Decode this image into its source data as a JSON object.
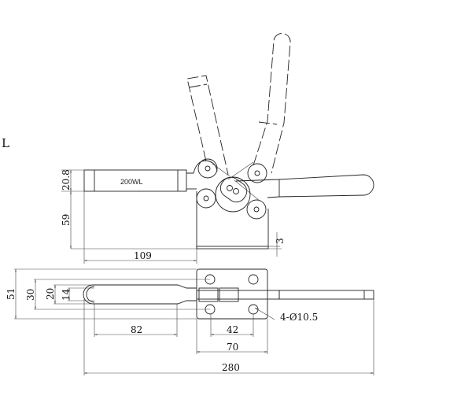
{
  "corner_letter": "L",
  "model_label": "200WL",
  "side_view": {
    "dims": {
      "bar_height": "20.8",
      "body_height": "59",
      "body_length": "109",
      "base_thickness": "3"
    }
  },
  "top_view": {
    "dims": {
      "base_width": "51",
      "hole_spacing_y": "30",
      "handle_width": "20",
      "slot_width": "14",
      "slot_length": "82",
      "hole_spacing_x": "42",
      "base_length": "70",
      "overall_length": "280"
    },
    "hole_callout": "4-Ø10.5"
  }
}
